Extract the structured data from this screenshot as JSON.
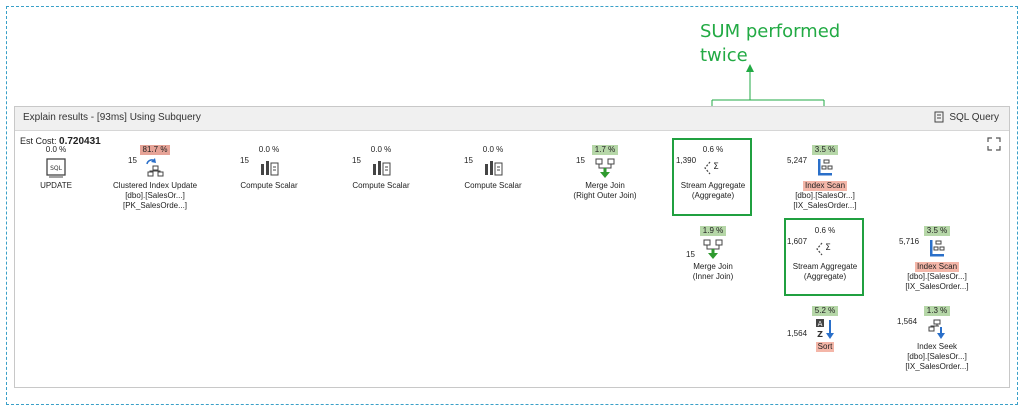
{
  "annotation": {
    "line1": "SUM performed",
    "line2": "twice"
  },
  "panel": {
    "title": "Explain results - [93ms] Using Subquery",
    "sql_query_label": "SQL Query",
    "est_cost_label": "Est Cost:",
    "est_cost_value": "0.720431"
  },
  "nodes": {
    "update": {
      "pct": "0.0 %",
      "line1": "UPDATE",
      "line2": "",
      "line3": ""
    },
    "ciu": {
      "pct": "81.7 %",
      "line1": "Clustered Index Update",
      "line2": "[dbo].[SalesOr...]",
      "line3": "[PK_SalesOrde...]"
    },
    "cs1": {
      "pct": "0.0 %",
      "line1": "Compute Scalar"
    },
    "cs2": {
      "pct": "0.0 %",
      "line1": "Compute Scalar"
    },
    "cs3": {
      "pct": "0.0 %",
      "line1": "Compute Scalar"
    },
    "mj1": {
      "pct": "1.7 %",
      "line1": "Merge Join",
      "line2": "(Right Outer Join)"
    },
    "sa1": {
      "pct": "0.6 %",
      "line1": "Stream Aggregate",
      "line2": "(Aggregate)"
    },
    "is1": {
      "pct": "3.5 %",
      "line1": "Index Scan",
      "line2": "[dbo].[SalesOr...]",
      "line3": "[IX_SalesOrder...]"
    },
    "mj2": {
      "pct": "1.9 %",
      "line1": "Merge Join",
      "line2": "(Inner Join)"
    },
    "sa2": {
      "pct": "0.6 %",
      "line1": "Stream Aggregate",
      "line2": "(Aggregate)"
    },
    "is2": {
      "pct": "3.5 %",
      "line1": "Index Scan",
      "line2": "[dbo].[SalesOr...]",
      "line3": "[IX_SalesOrder...]"
    },
    "sort": {
      "pct": "5.2 %",
      "line1": "Sort"
    },
    "iseek": {
      "pct": "1.3 %",
      "line1": "Index Seek",
      "line2": "[dbo].[SalesOr...]",
      "line3": "[IX_SalesOrder...]"
    }
  },
  "counts": {
    "c_ciu": "15",
    "c_cs1": "15",
    "c_cs2": "15",
    "c_cs3": "15",
    "c_mj1": "15",
    "c_sa1": "1,390",
    "c_is1": "5,247",
    "c_mj2": "15",
    "c_sa2": "1,607",
    "c_is2": "5,716",
    "c_sort": "1,564",
    "c_iseek": "1,564"
  }
}
